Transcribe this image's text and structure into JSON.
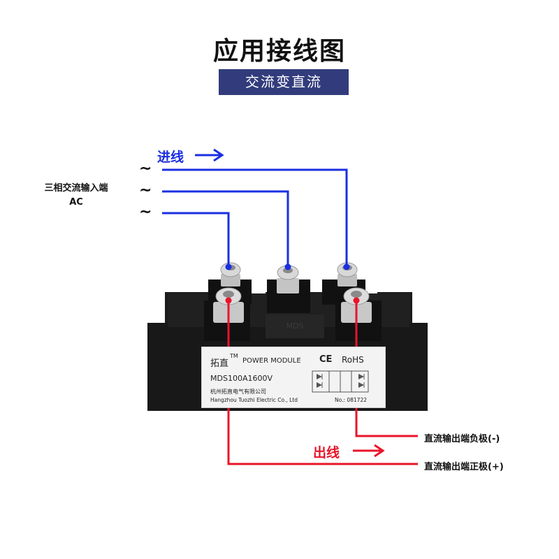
{
  "title": "应用接线图",
  "subtitle": "交流变直流",
  "input_direction": "进线",
  "output_direction": "出线",
  "ac_input": {
    "label": "三相交流输入端",
    "sub": "AC",
    "tilde": "~"
  },
  "dc_negative": "直流输出端负极(-)",
  "dc_positive": "直流输出端正极(+)",
  "module": {
    "brand": "拓直",
    "tm": "TM",
    "name": "POWER MODULE",
    "ce": "CE",
    "rohs": "RoHS",
    "model": "MDS100A1600V",
    "company_cn": "杭州拓直电气有限公司",
    "company_en": "Hangzhou Tuozhi Electric Co., Ltd",
    "serial": "No.: 081722",
    "body_mark": "MDS"
  },
  "colors": {
    "input_wire": "#1a2fe0",
    "output_wire": "#e8142a",
    "banner": "#323c7c"
  }
}
